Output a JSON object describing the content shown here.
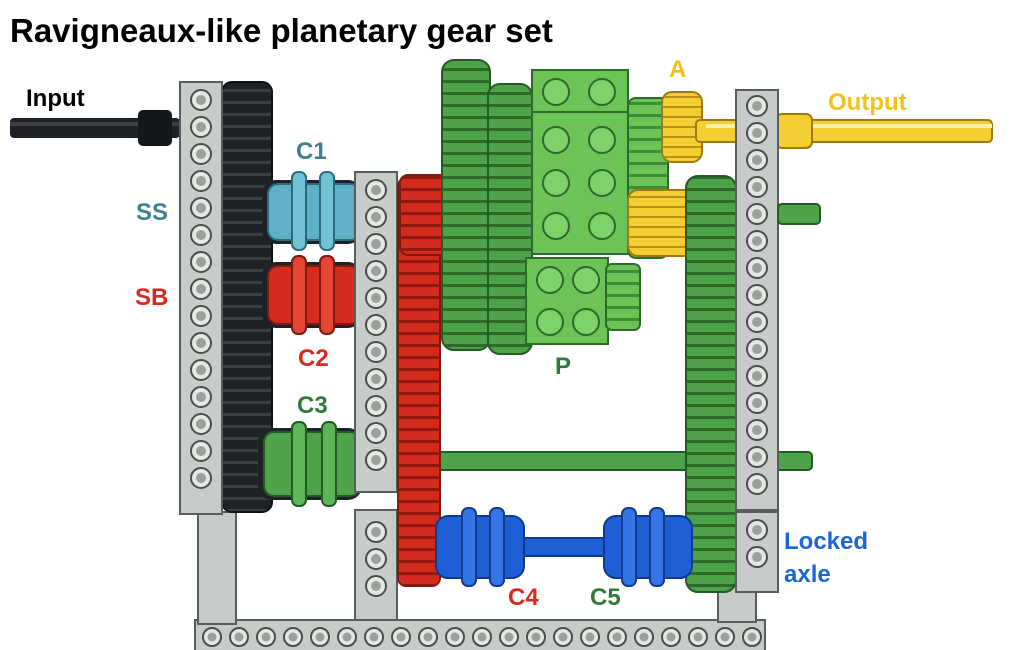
{
  "title": "Ravigneaux-like planetary gear set",
  "labels": {
    "input": "Input",
    "output": "Output",
    "c1": "C1",
    "ss": "SS",
    "sb": "SB",
    "c2": "C2",
    "c3": "C3",
    "a": "A",
    "p": "P",
    "c4": "C4",
    "c5": "C5",
    "locked_line1": "Locked",
    "locked_line2": "axle"
  },
  "colors": {
    "beam": "#c8ccc8",
    "beam_edge": "#5a5e5a",
    "black_gear": "#1e2226",
    "teal": "#5fb1c8",
    "red": "#d52b1e",
    "green": "#4ea24a",
    "light_green": "#6cc456",
    "yellow": "#f5cf32",
    "blue": "#1f5fd6",
    "label_teal": "#3f7f8f",
    "label_red": "#d52b1e",
    "label_green": "#2f7a36",
    "label_yellow": "#f2c21a",
    "label_blue": "#1a66d8"
  }
}
